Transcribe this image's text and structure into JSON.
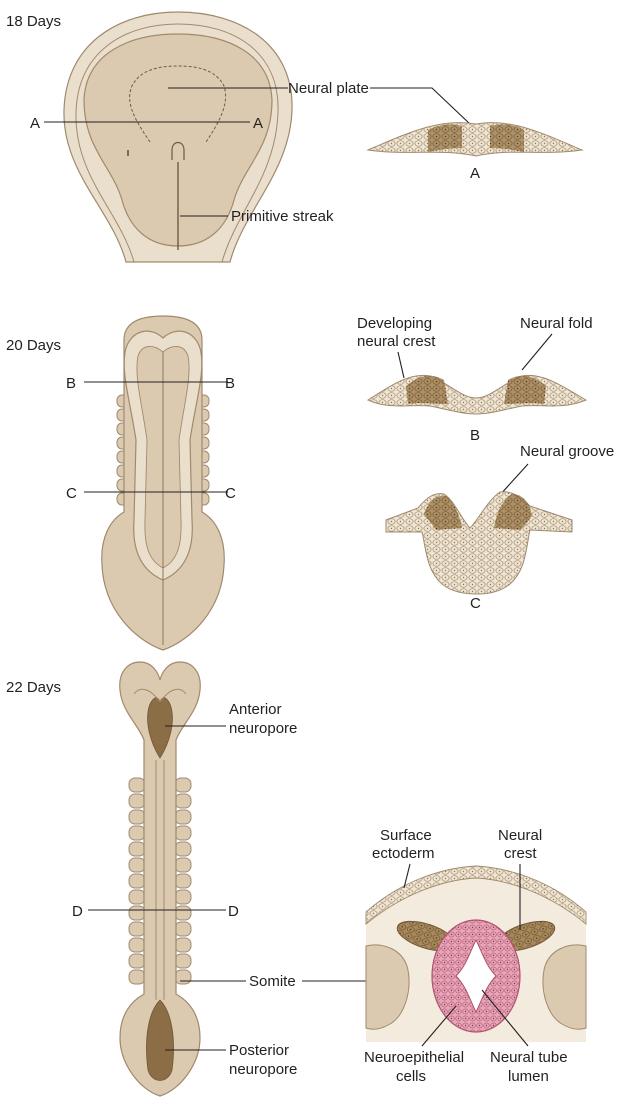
{
  "panels": [
    {
      "stage": "18 Days"
    },
    {
      "stage": "20 Days"
    },
    {
      "stage": "22 Days"
    }
  ],
  "labels": {
    "neural_plate": "Neural plate",
    "primitive_streak": "Primitive streak",
    "developing_neural_crest_1": "Developing",
    "developing_neural_crest_2": "neural crest",
    "neural_fold": "Neural fold",
    "neural_groove": "Neural groove",
    "anterior_neuropore_1": "Anterior",
    "anterior_neuropore_2": "neuropore",
    "posterior_neuropore_1": "Posterior",
    "posterior_neuropore_2": "neuropore",
    "somite": "Somite",
    "surface_ectoderm_1": "Surface",
    "surface_ectoderm_2": "ectoderm",
    "neural_crest_1": "Neural",
    "neural_crest_2": "crest",
    "neuroepithelial_cells_1": "Neuroepithelial",
    "neuroepithelial_cells_2": "cells",
    "neural_tube_lumen_1": "Neural tube",
    "neural_tube_lumen_2": "lumen"
  },
  "sections": {
    "a": "A",
    "b": "B",
    "c": "C",
    "d": "D"
  },
  "colors": {
    "embryo_fill": "#dccab0",
    "embryo_light": "#eadfcc",
    "embryo_outline": "#a08a6e",
    "crest_fill": "#a8895c",
    "neuroepithelium": "#d98fa4",
    "lumen": "#ffffff",
    "ectoderm": "#f3ecde"
  }
}
